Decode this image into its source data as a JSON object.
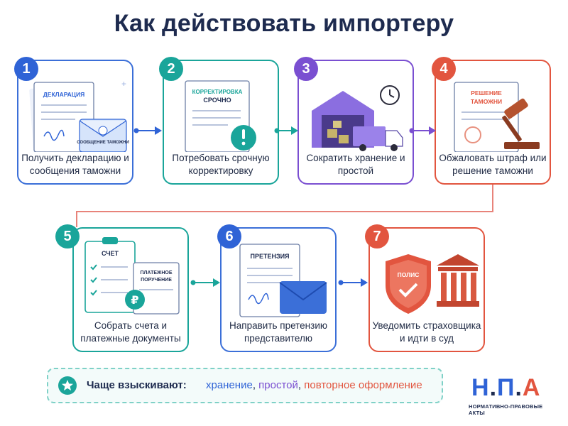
{
  "title": "Как действовать импортеру",
  "steps": [
    {
      "num": "1",
      "color": "#2f63d6",
      "doc_title": "ДЕКЛАРАЦИЯ",
      "envelope_text": "СООБЩЕНИЕ ТАМОЖНИ",
      "caption": "Получить декларацию и сообщения таможни"
    },
    {
      "num": "2",
      "color": "#1aa59a",
      "doc_title": "КОРРЕКТИРОВКА СРОЧНО",
      "caption": "Потребовать срочную корректировку"
    },
    {
      "num": "3",
      "color": "#7a4fd1",
      "caption": "Сократить хранение и простой"
    },
    {
      "num": "4",
      "color": "#e2553f",
      "doc_title": "РЕШЕНИЕ ТАМОЖНИ",
      "caption": "Обжаловать штраф или решение таможни"
    },
    {
      "num": "5",
      "color": "#1aa59a",
      "doc_title": "СЧЕТ",
      "doc_title2": "ПЛАТЕЖНОЕ ПОРУЧЕНИЕ",
      "caption": "Собрать счета и платежные документы"
    },
    {
      "num": "6",
      "color": "#2f63d6",
      "doc_title": "ПРЕТЕНЗИЯ",
      "caption": "Направить претензию представителю"
    },
    {
      "num": "7",
      "color": "#e2553f",
      "doc_title": "ПОЛИС",
      "caption": "Уведомить страховщика и идти в суд"
    }
  ],
  "footer": {
    "label": "Чаще взыскивают:",
    "items": [
      {
        "text": "хранение",
        "color": "#2f63d6"
      },
      {
        "text": "простой",
        "color": "#7a4fd1"
      },
      {
        "text": "повторное оформление",
        "color": "#e2553f"
      }
    ]
  },
  "logo": {
    "letters": "Н.П.А",
    "subtitle": "НОРМАТИВНО-ПРАВОВЫЕ АКТЫ"
  }
}
